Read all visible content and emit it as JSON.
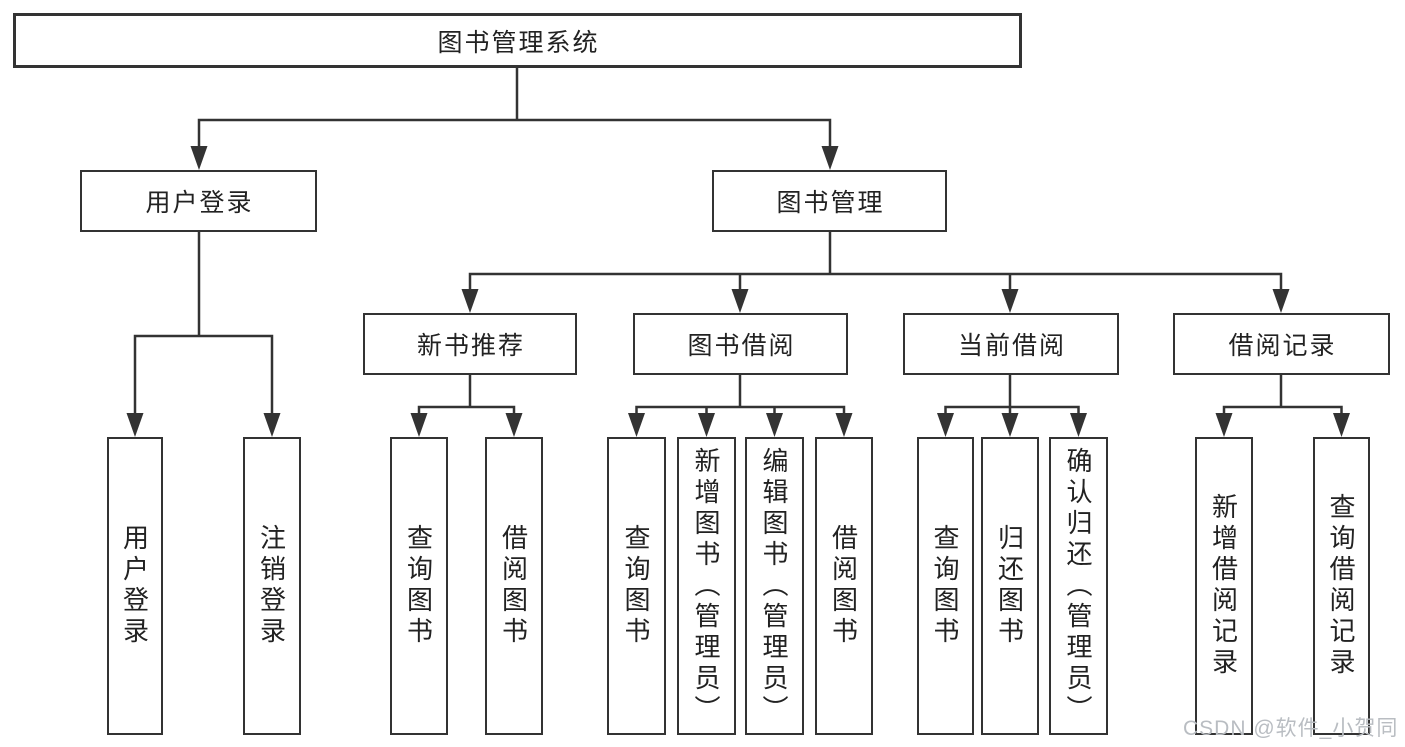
{
  "diagram": {
    "root": {
      "label": "图书管理系统"
    },
    "branches": [
      {
        "label": "用户登录",
        "children": [
          {
            "label": "用户登录"
          },
          {
            "label": "注销登录"
          }
        ]
      },
      {
        "label": "图书管理",
        "children": [
          {
            "label": "新书推荐",
            "children": [
              {
                "label": "查询图书"
              },
              {
                "label": "借阅图书"
              }
            ]
          },
          {
            "label": "图书借阅",
            "children": [
              {
                "label": "查询图书"
              },
              {
                "label": "新增图书（管理员）"
              },
              {
                "label": "编辑图书（管理员）"
              },
              {
                "label": "借阅图书"
              }
            ]
          },
          {
            "label": "当前借阅",
            "children": [
              {
                "label": "查询图书"
              },
              {
                "label": "归还图书"
              },
              {
                "label": "确认归还（管理员）"
              }
            ]
          },
          {
            "label": "借阅记录",
            "children": [
              {
                "label": "新增借阅记录"
              },
              {
                "label": "查询借阅记录"
              }
            ]
          }
        ]
      }
    ]
  },
  "watermark": {
    "text": "CSDN @软件_小贺同学"
  },
  "colors": {
    "line": "#333333",
    "box_border": "#333333",
    "text": "#222222",
    "watermark": "#b9bdc2",
    "background": "#ffffff"
  }
}
